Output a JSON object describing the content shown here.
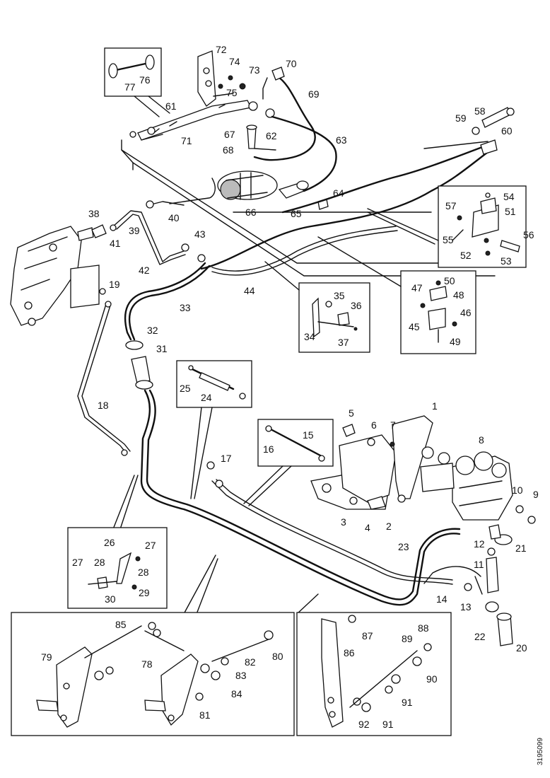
{
  "reference_code": "3195099",
  "labels": {
    "l1": "1",
    "l2": "2",
    "l3": "3",
    "l4": "4",
    "l5": "5",
    "l6": "6",
    "l7": "7",
    "l8": "8",
    "l9": "9",
    "l10": "10",
    "l11": "11",
    "l12": "12",
    "l13": "13",
    "l14": "14",
    "l15": "15",
    "l16": "16",
    "l17": "17",
    "l18": "18",
    "l19": "19",
    "l20": "20",
    "l21": "21",
    "l22": "22",
    "l23": "23",
    "l24": "24",
    "l25": "25",
    "l26": "26",
    "l27a": "27",
    "l27b": "27",
    "l28a": "28",
    "l28b": "28",
    "l29": "29",
    "l30": "30",
    "l31": "31",
    "l32": "32",
    "l33": "33",
    "l34": "34",
    "l35": "35",
    "l36": "36",
    "l37": "37",
    "l38": "38",
    "l39": "39",
    "l40": "40",
    "l41": "41",
    "l42": "42",
    "l43": "43",
    "l44": "44",
    "l45": "45",
    "l46": "46",
    "l47": "47",
    "l48": "48",
    "l49": "49",
    "l50": "50",
    "l51": "51",
    "l52": "52",
    "l53": "53",
    "l54": "54",
    "l55": "55",
    "l56": "56",
    "l57": "57",
    "l58": "58",
    "l59": "59",
    "l60": "60",
    "l61": "61",
    "l62": "62",
    "l63": "63",
    "l64": "64",
    "l65": "65",
    "l66": "66",
    "l67": "67",
    "l68": "68",
    "l69": "69",
    "l70": "70",
    "l71": "71",
    "l72": "72",
    "l73": "73",
    "l74": "74",
    "l75": "75",
    "l76": "76",
    "l77": "77",
    "l78": "78",
    "l79": "79",
    "l80": "80",
    "l81": "81",
    "l82": "82",
    "l83": "83",
    "l84": "84",
    "l85": "85",
    "l86": "86",
    "l87": "87",
    "l88": "88",
    "l89": "89",
    "l90": "90",
    "l91a": "91",
    "l91b": "91",
    "l92": "92"
  }
}
